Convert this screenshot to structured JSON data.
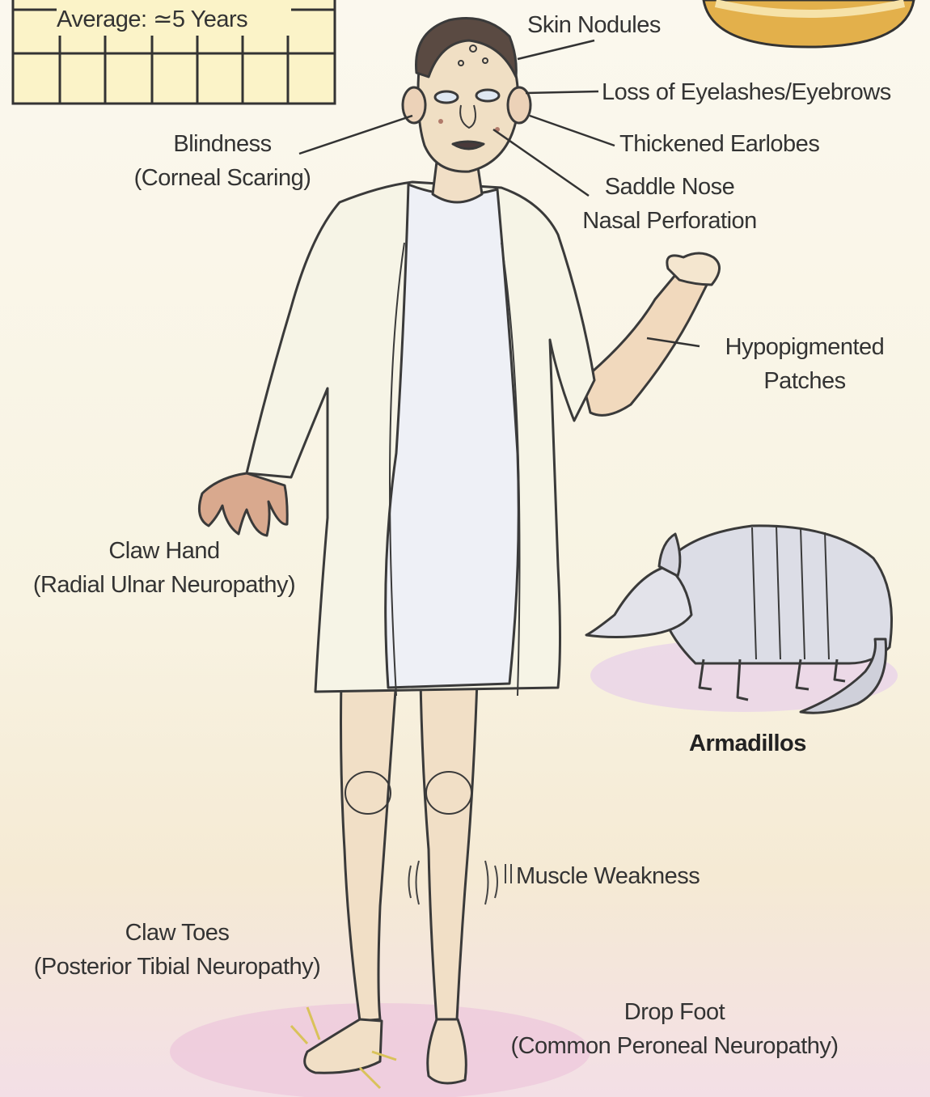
{
  "timeline": {
    "average_label": "Average: ≃5 Years"
  },
  "labels": {
    "skin_nodules": "Skin Nodules",
    "eyelashes": "Loss of Eyelashes/Eyebrows",
    "earlobes": "Thickened Earlobes",
    "blindness": "Blindness",
    "blindness_sub": "(Corneal Scaring)",
    "saddle_nose": "Saddle Nose",
    "nasal_perf": "Nasal Perforation",
    "hypo": "Hypopigmented",
    "hypo_sub": "Patches",
    "claw_hand": "Claw Hand",
    "claw_hand_sub": "(Radial Ulnar Neuropathy)",
    "armadillos": "Armadillos",
    "muscle": "Muscle Weakness",
    "claw_toes": "Claw Toes",
    "claw_toes_sub": "(Posterior Tibial Neuropathy)",
    "drop_foot": "Drop Foot",
    "drop_foot_sub": "(Common Peroneal Neuropathy)"
  }
}
